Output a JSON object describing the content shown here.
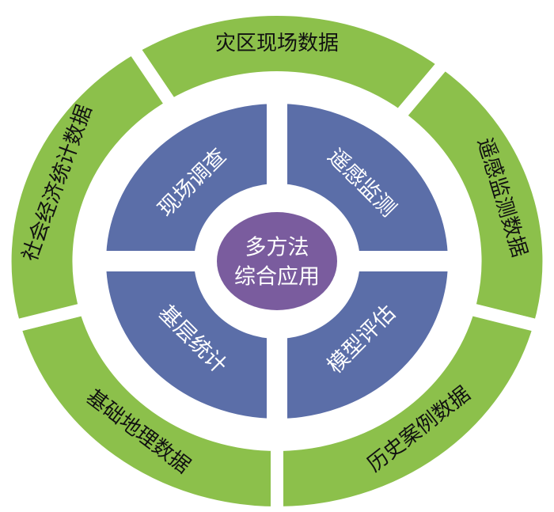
{
  "center": {
    "line1": "多方法",
    "line2": "综合应用"
  },
  "inner_segments": [
    {
      "label": "现场调查"
    },
    {
      "label": "遥感监测"
    },
    {
      "label": "模型评估"
    },
    {
      "label": "基层统计"
    }
  ],
  "outer_segments": [
    {
      "label": "灾区现场数据"
    },
    {
      "label": "遥感监测数据"
    },
    {
      "label": "历史案例数据"
    },
    {
      "label": "基础地理数据"
    },
    {
      "label": "社会经济统计数据"
    }
  ],
  "colors": {
    "outer": "#8cc04b",
    "inner": "#5b6ea8",
    "center": "#7a5c9e",
    "text_outer": "#111111",
    "text_inner": "#ffffff"
  }
}
